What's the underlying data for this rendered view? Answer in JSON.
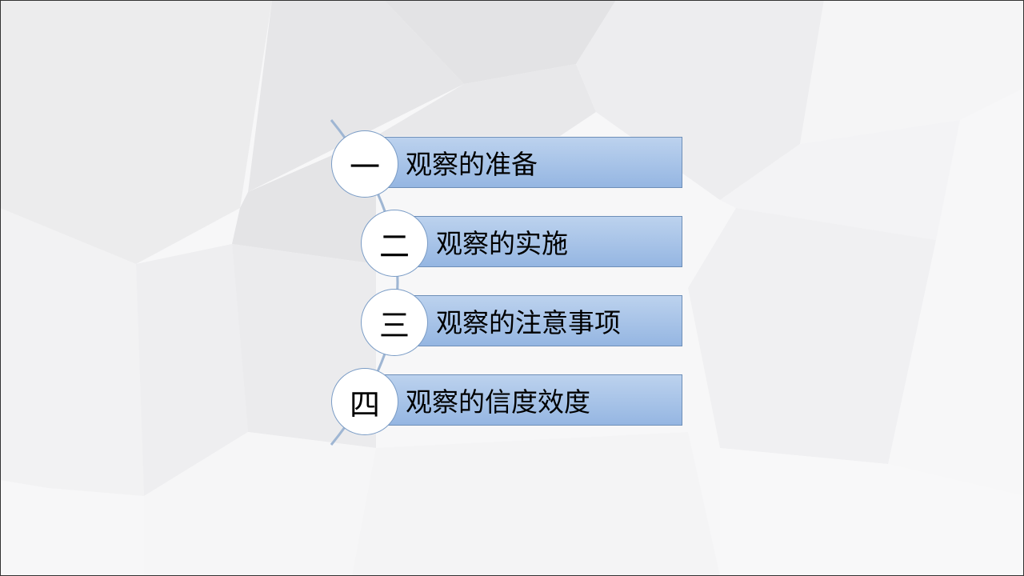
{
  "items": [
    {
      "number": "一",
      "label": "观察的准备"
    },
    {
      "number": "二",
      "label": "观察的实施"
    },
    {
      "number": "三",
      "label": "观察的注意事项"
    },
    {
      "number": "四",
      "label": "观察的信度效度"
    }
  ],
  "colors": {
    "bar_top": "#bcd2ee",
    "bar_bottom": "#95b6e2",
    "bar_border": "#6e8fb8"
  }
}
